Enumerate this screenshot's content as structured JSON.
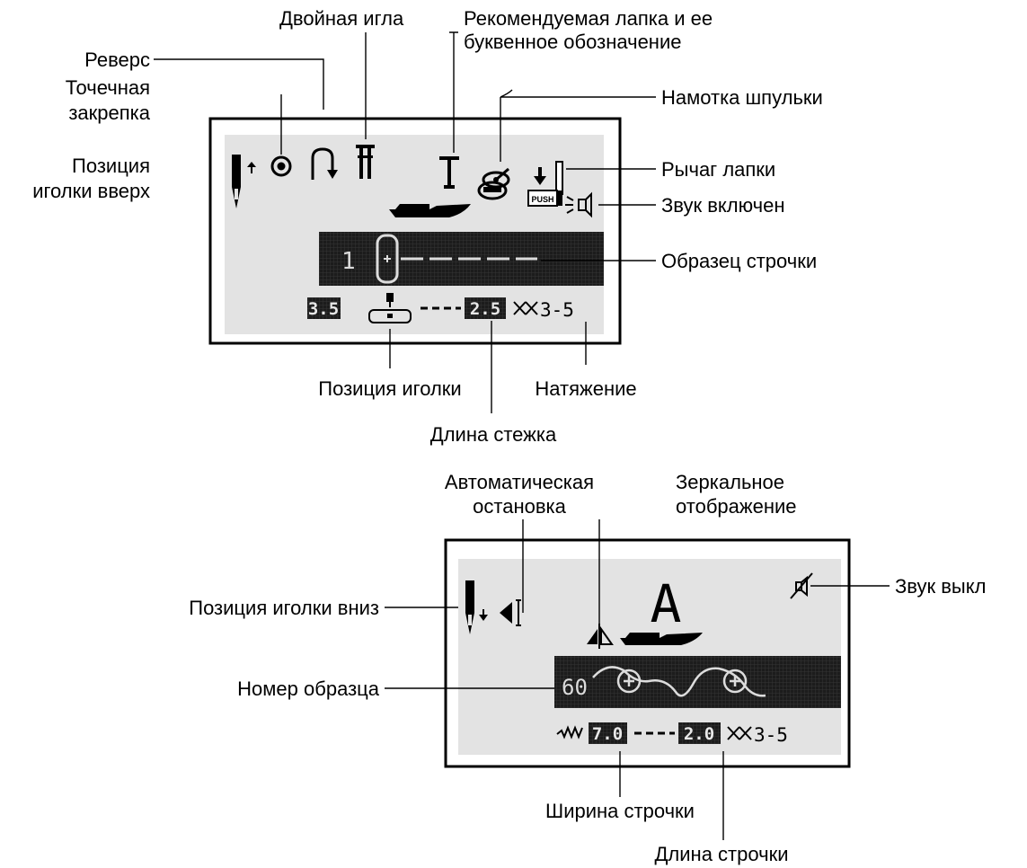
{
  "top_display": {
    "labels": {
      "double_needle": "Двойная игла",
      "recommended_foot_1": "Рекомендуемая лапка и ее",
      "recommended_foot_2": "буквенное обозначение",
      "reverse": "Реверс",
      "tie_off_1": "Точечная",
      "tie_off_2": "закрепка",
      "bobbin_winding": "Намотка шпульки",
      "needle_up_1": "Позиция",
      "needle_up_2": "иголки вверх",
      "presser_lever": "Рычаг лапки",
      "sound_on": "Звук включен",
      "stitch_sample": "Образец строчки",
      "needle_position": "Позиция иголки",
      "tension": "Натяжение",
      "stitch_length": "Длина стежка"
    },
    "screen": {
      "pattern_number": "1",
      "needle_position_value": "3.5",
      "stitch_length_value": "2.5",
      "tension_value": "3-5",
      "push_label": "PUSH"
    }
  },
  "bottom_display": {
    "labels": {
      "auto_stop_1": "Автоматическая",
      "auto_stop_2": "остановка",
      "mirror_1": "Зеркальное",
      "mirror_2": "отображение",
      "needle_down": "Позиция иголки вниз",
      "sound_off": "Звук выкл",
      "pattern_number": "Номер образца",
      "stitch_width": "Ширина строчки",
      "stitch_length": "Длина строчки"
    },
    "screen": {
      "foot_letter": "A",
      "pattern_number": "60",
      "stitch_width_value": "7.0",
      "stitch_length_value": "2.0",
      "tension_value": "3-5"
    }
  },
  "colors": {
    "lcd_background": "#e3e3e3",
    "lcd_dark": "#1c1c1c",
    "lcd_light_text": "#e8e8e8"
  }
}
